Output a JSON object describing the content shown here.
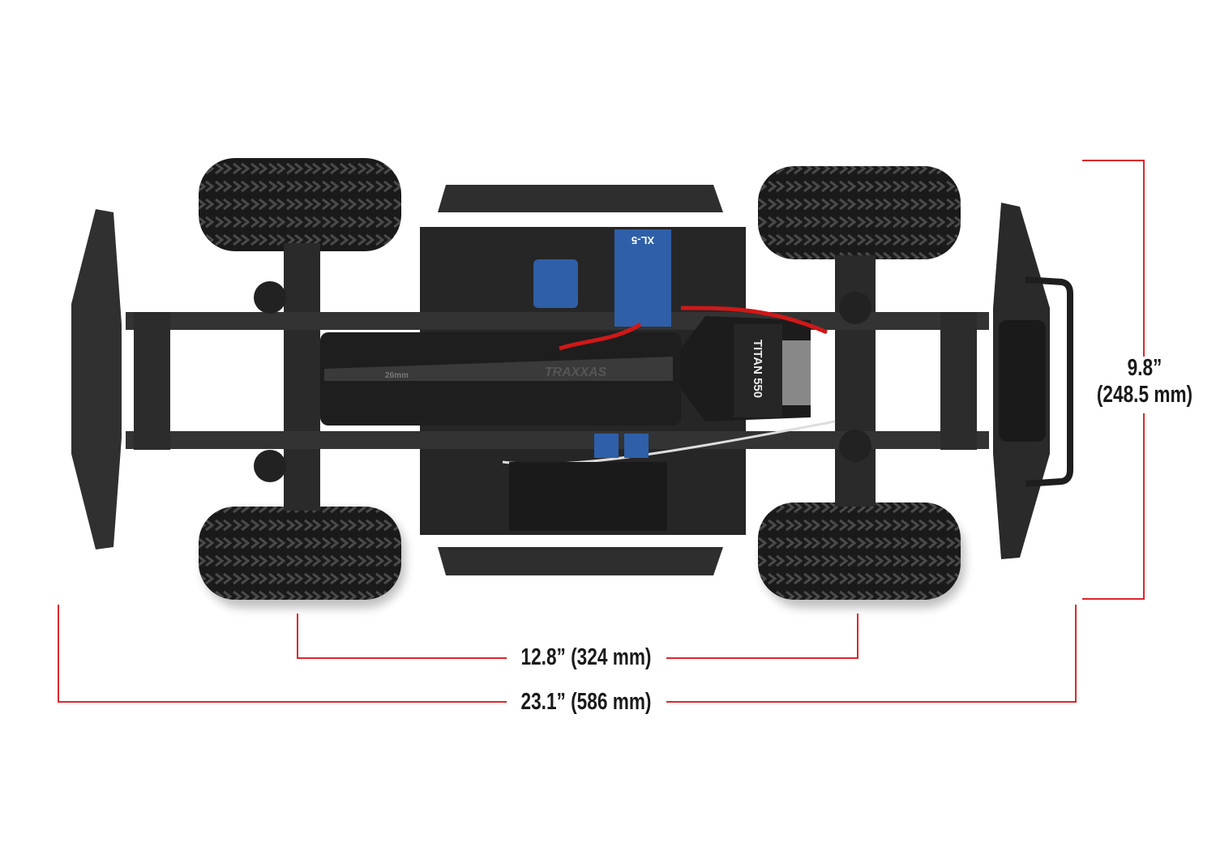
{
  "dimensions": {
    "wheelbase": {
      "label": "12.8” (324 mm)"
    },
    "length": {
      "label": "23.1” (586 mm)"
    },
    "height": {
      "label_in": "9.8”",
      "label_mm": "(248.5 mm)"
    }
  },
  "colors": {
    "dimension_line": "#e0262b",
    "text": "#1a1a1a",
    "chassis": "#2b2b2b",
    "tire": "#1c1c1c",
    "esc_blue": "#2e5fa8",
    "wire_red": "#d01818"
  },
  "decals": {
    "motor": "TITAN 550",
    "brand": "TRAXXAS",
    "esc": "XL-5",
    "tray": "26mm"
  }
}
